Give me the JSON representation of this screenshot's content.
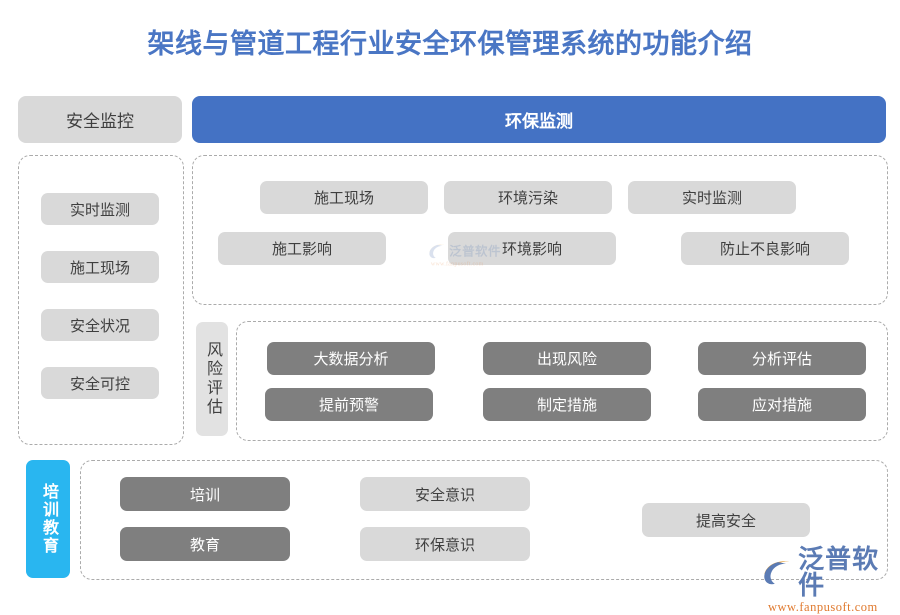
{
  "page": {
    "title": "架线与管道工程行业安全环保管理系统的功能介绍",
    "accent_blue": "#4472C4",
    "accent_cyan": "#29B6F0",
    "chip_light": "#D9D9D9",
    "chip_dark": "#7F7F7F"
  },
  "tabs": [
    {
      "label": "安全监控",
      "state": "inactive"
    },
    {
      "label": "环保监测",
      "state": "active"
    }
  ],
  "sidebar": {
    "items": [
      {
        "label": "实时监测"
      },
      {
        "label": "施工现场"
      },
      {
        "label": "安全状况"
      },
      {
        "label": "安全可控"
      }
    ]
  },
  "env_panel": {
    "rows": [
      [
        {
          "label": "施工现场"
        },
        {
          "label": "环境污染"
        },
        {
          "label": "实时监测"
        }
      ],
      [
        {
          "label": "施工影响"
        },
        {
          "label": "环境影响"
        },
        {
          "label": "防止不良影响"
        }
      ]
    ]
  },
  "risk_panel": {
    "vertical_label": "风险评估",
    "rows": [
      [
        {
          "label": "大数据分析"
        },
        {
          "label": "出现风险"
        },
        {
          "label": "分析评估"
        }
      ],
      [
        {
          "label": "提前预警"
        },
        {
          "label": "制定措施"
        },
        {
          "label": "应对措施"
        }
      ]
    ]
  },
  "training_panel": {
    "vertical_label": "培训教育",
    "dark_chips": [
      {
        "label": "培训"
      },
      {
        "label": "教育"
      }
    ],
    "light_chips": [
      {
        "label": "安全意识"
      },
      {
        "label": "环保意识"
      }
    ],
    "outcome_chip": {
      "label": "提高安全"
    }
  },
  "branding": {
    "name": "泛普软件",
    "url": "www.fanpusoft.com"
  }
}
